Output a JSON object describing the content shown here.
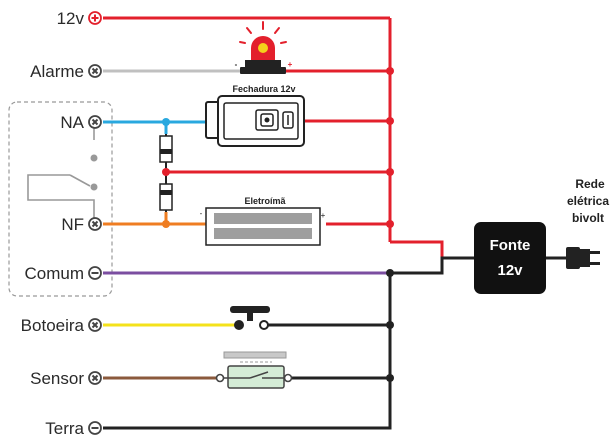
{
  "terminals": [
    {
      "key": "v12",
      "label": "12v",
      "type": "plus"
    },
    {
      "key": "alarme",
      "label": "Alarme",
      "type": "cross"
    },
    {
      "key": "na",
      "label": "NA",
      "type": "cross"
    },
    {
      "key": "nf",
      "label": "NF",
      "type": "cross"
    },
    {
      "key": "comum",
      "label": "Comum",
      "type": "minus"
    },
    {
      "key": "botoeira",
      "label": "Botoeira",
      "type": "cross"
    },
    {
      "key": "sensor",
      "label": "Sensor",
      "type": "cross"
    },
    {
      "key": "terra",
      "label": "Terra",
      "type": "minus"
    }
  ],
  "components": {
    "lock_label": "Fechadura 12v",
    "electromagnet_label": "Eletroímã",
    "electromagnet_minus": "-",
    "electromagnet_plus": "+",
    "power_supply": {
      "line1": "Fonte",
      "line2": "12v"
    },
    "grid": {
      "line1": "Rede",
      "line2": "elétrica",
      "line3": "bivolt"
    }
  },
  "colors": {
    "positive": "#e3202c",
    "negative": "#222222",
    "alarm": "#c0c0c0",
    "na": "#29a8df",
    "nf": "#ef7d22",
    "comum": "#7b4ea0",
    "botoeira": "#f4e21b",
    "sensor": "#8b5a3c"
  }
}
